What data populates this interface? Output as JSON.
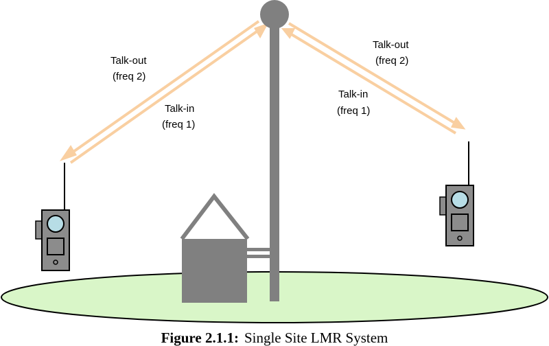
{
  "labels": {
    "left_talk_out": "Talk-out",
    "left_talk_out_freq": "(freq 2)",
    "left_talk_in": "Talk-in",
    "left_talk_in_freq": "(freq 1)",
    "right_talk_out": "Talk-out",
    "right_talk_out_freq": "(freq 2)",
    "right_talk_in": "Talk-in",
    "right_talk_in_freq": "(freq 1)"
  },
  "caption": {
    "number": "Figure 2.1.1:",
    "title": "Single Site LMR System"
  },
  "colors": {
    "link": "#f9cfa1",
    "structure": "#808080",
    "ground": "#d9f6c8",
    "radio_body": "#8c8c8c",
    "radio_screen": "#b7dde6"
  }
}
